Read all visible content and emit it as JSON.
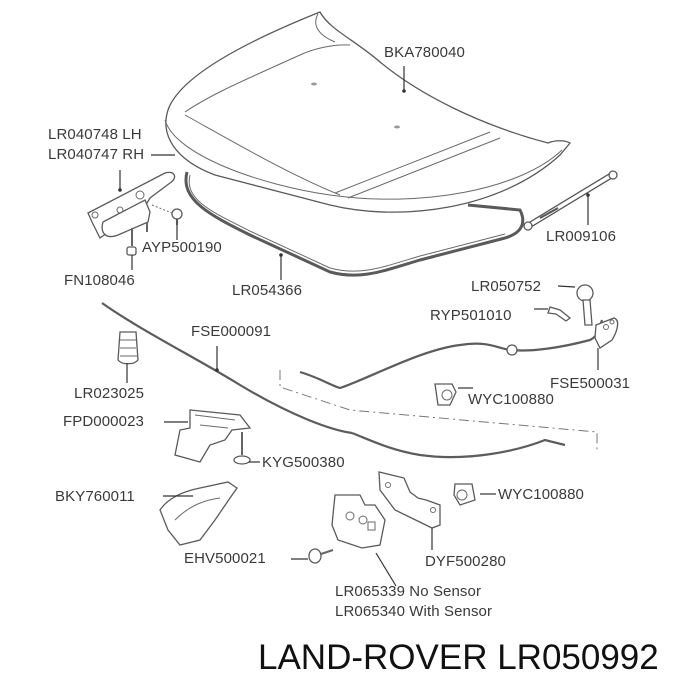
{
  "title": "LAND-ROVER LR050992",
  "parts": [
    {
      "id": "hood",
      "label": "BKA780040"
    },
    {
      "id": "hinge_lh",
      "label": "LR040748 LH"
    },
    {
      "id": "hinge_rh",
      "label": "LR040747 RH"
    },
    {
      "id": "hinge_bolt",
      "label": "AYP500190"
    },
    {
      "id": "hinge_nut",
      "label": "FN108046"
    },
    {
      "id": "seal",
      "label": "LR054366"
    },
    {
      "id": "gas_strut",
      "label": "LR009106"
    },
    {
      "id": "release_handle",
      "label": "LR050752"
    },
    {
      "id": "handle_screw",
      "label": "RYP501010"
    },
    {
      "id": "bump_stop",
      "label": "LR023025"
    },
    {
      "id": "release_cable",
      "label": "FSE000091"
    },
    {
      "id": "release_lever",
      "label": "FSE500031"
    },
    {
      "id": "cable_clip_upper",
      "label": "WYC100880"
    },
    {
      "id": "latch_bracket",
      "label": "FPD000023"
    },
    {
      "id": "bracket_bolt",
      "label": "KYG500380"
    },
    {
      "id": "cable_clip_lower",
      "label": "WYC100880"
    },
    {
      "id": "shield",
      "label": "BKY760011"
    },
    {
      "id": "latch_bolt",
      "label": "EHV500021"
    },
    {
      "id": "latch_plate",
      "label": "DYF500280"
    },
    {
      "id": "latch_no_sensor",
      "label": "LR065339 No Sensor"
    },
    {
      "id": "latch_with_sensor",
      "label": "LR065340 With Sensor"
    }
  ]
}
